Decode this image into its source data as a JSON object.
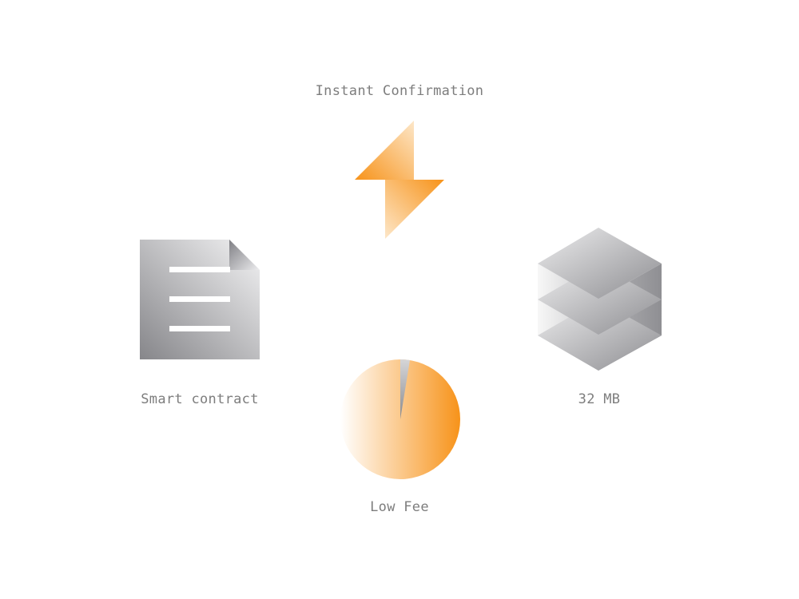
{
  "features": {
    "instant": {
      "label": "Instant Confirmation",
      "icon": "lightning-bolt-icon"
    },
    "smart": {
      "label": "Smart contract",
      "icon": "document-icon"
    },
    "size": {
      "label": "32 MB",
      "icon": "stacked-layers-icon"
    },
    "fee": {
      "label": "Low Fee",
      "icon": "pie-chart-icon"
    }
  },
  "colors": {
    "accent_orange": "#f7931a",
    "gray_dark": "#8a8a8e",
    "gray_light": "#f2f2f2",
    "label_gray": "#7d7d7d"
  }
}
